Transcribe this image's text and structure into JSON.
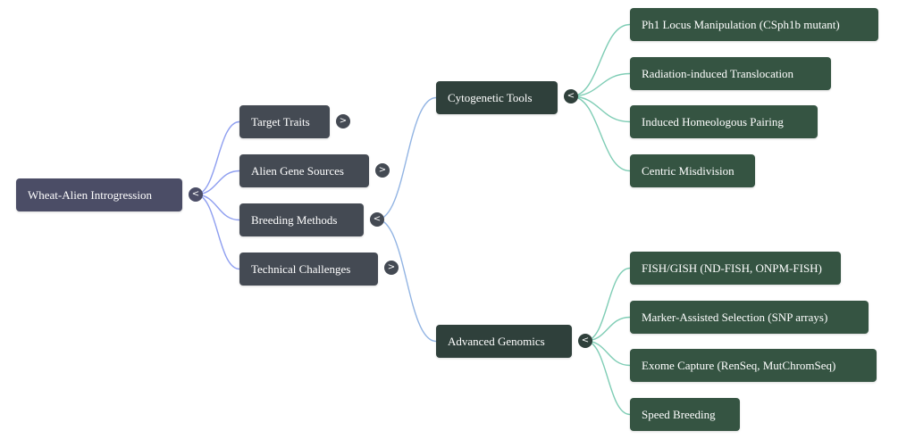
{
  "mindmap": {
    "title": "Wheat-Alien Introgression",
    "colors": {
      "root_node": "#4b4d66",
      "level1_node": "#444a53",
      "level2_node": "#2f403b",
      "level3_node": "#355442",
      "level1_edge": "#8f9ff0",
      "level2_edge": "#92b4e3",
      "level3_edge": "#7fcdb5"
    },
    "root": {
      "label": "Wheat-Alien Introgression",
      "toggle_icon": "<",
      "expanded": true,
      "children": [
        {
          "label": "Target Traits",
          "toggle_icon": ">",
          "expanded": false
        },
        {
          "label": "Alien Gene Sources",
          "toggle_icon": ">",
          "expanded": false
        },
        {
          "label": "Breeding Methods",
          "toggle_icon": "<",
          "expanded": true,
          "children": [
            {
              "label": "Cytogenetic Tools",
              "toggle_icon": "<",
              "expanded": true,
              "children": [
                {
                  "label": "Ph1 Locus Manipulation (CSph1b mutant)"
                },
                {
                  "label": "Radiation-induced Translocation"
                },
                {
                  "label": "Induced Homeologous Pairing"
                },
                {
                  "label": "Centric Misdivision"
                }
              ]
            },
            {
              "label": "Advanced Genomics",
              "toggle_icon": "<",
              "expanded": true,
              "children": [
                {
                  "label": "FISH/GISH (ND-FISH, ONPM-FISH)"
                },
                {
                  "label": "Marker-Assisted Selection (SNP arrays)"
                },
                {
                  "label": "Exome Capture (RenSeq, MutChromSeq)"
                },
                {
                  "label": "Speed Breeding"
                }
              ]
            }
          ]
        },
        {
          "label": "Technical Challenges",
          "toggle_icon": ">",
          "expanded": false
        }
      ]
    }
  }
}
